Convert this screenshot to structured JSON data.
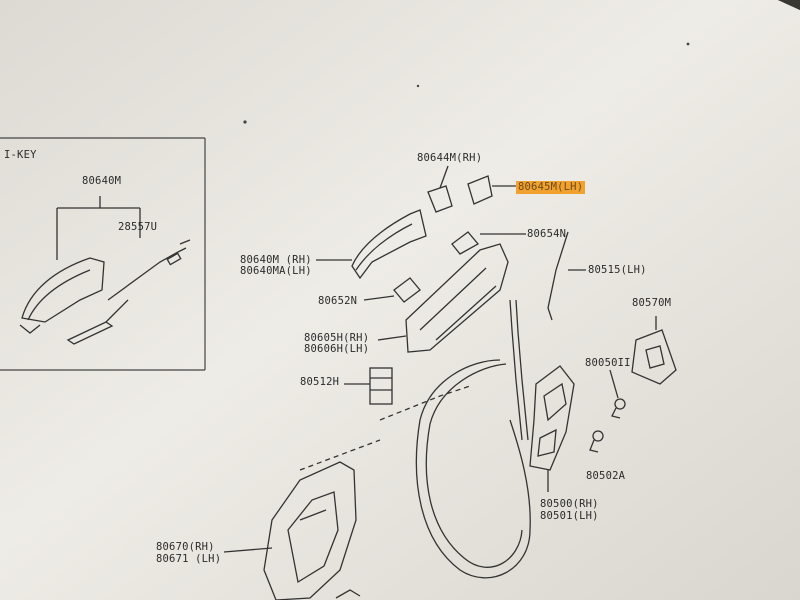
{
  "inset": {
    "title": "I-KEY",
    "labels": [
      "80640M",
      "28557U"
    ]
  },
  "parts": {
    "p80644M": "80644M(RH)",
    "p80645M": "80645M(LH)",
    "p80654N": "80654N",
    "p80640M_rh": "80640M (RH)",
    "p80640MA_lh": "80640MA(LH)",
    "p80515": "80515(LH)",
    "p80570M": "80570M",
    "p80652N": "80652N",
    "p80605H": "80605H(RH)",
    "p80606H": "80606H(LH)",
    "p80050": "80050II",
    "p80512H": "80512H",
    "p80502A": "80502A",
    "p80500": "80500(RH)",
    "p80501": "80501(LH)",
    "p80670": "80670(RH)",
    "p80671": "80671 (LH)"
  },
  "colors": {
    "paper": "#e8e6e0",
    "highlight": "#f1a22e",
    "ink": "#2b2b2b"
  }
}
